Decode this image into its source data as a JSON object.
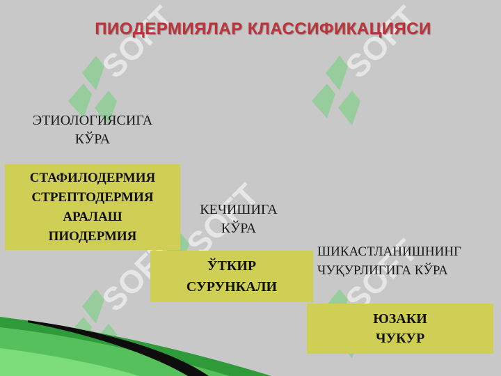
{
  "title": "ПИОДЕРМИЯЛАР КЛАССИФИКАЦИЯСИ",
  "groups": [
    {
      "heading": [
        "ЭТИОЛОГИЯСИГА",
        "КЎРА"
      ],
      "items": [
        "СТАФИЛОДЕРМИЯ",
        "СТРЕПТОДЕРМИЯ",
        "АРАЛАШ",
        "ПИОДЕРМИЯ"
      ]
    },
    {
      "heading": [
        "КЕЧИШИГА",
        "КЎРА"
      ],
      "items": [
        "ЎТКИР",
        "СУРУНКАЛИ"
      ]
    },
    {
      "heading": [
        "ШИКАСТЛАНИШНИНГ",
        "ЧУҚУРЛИГИГА КЎРА"
      ],
      "items": [
        "ЮЗАКИ",
        "ЧУКУР"
      ]
    }
  ],
  "watermark_text": "SOFT",
  "colors": {
    "background": "#c8c8c8",
    "box": "#cfcf55",
    "title": "#c0323a",
    "watermark": "#ffffff",
    "watermark_accent": "#6fd07a"
  }
}
